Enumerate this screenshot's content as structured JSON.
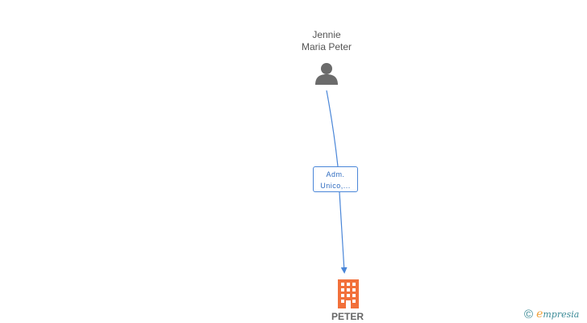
{
  "person": {
    "name_line1": "Jennie",
    "name_line2": "Maria Peter",
    "icon": "person-icon"
  },
  "relation": {
    "line1": "Adm.",
    "line2": "Unico,..."
  },
  "company": {
    "name": "PETER",
    "icon": "building-icon"
  },
  "brand": {
    "copyright": "©",
    "initial": "e",
    "rest": "mpresia"
  },
  "colors": {
    "person_icon": "#6b6b6b",
    "connector": "#4a86d8",
    "company_icon": "#f2703a",
    "brand": "#3a8a96",
    "brand_accent": "#f0a23c"
  }
}
